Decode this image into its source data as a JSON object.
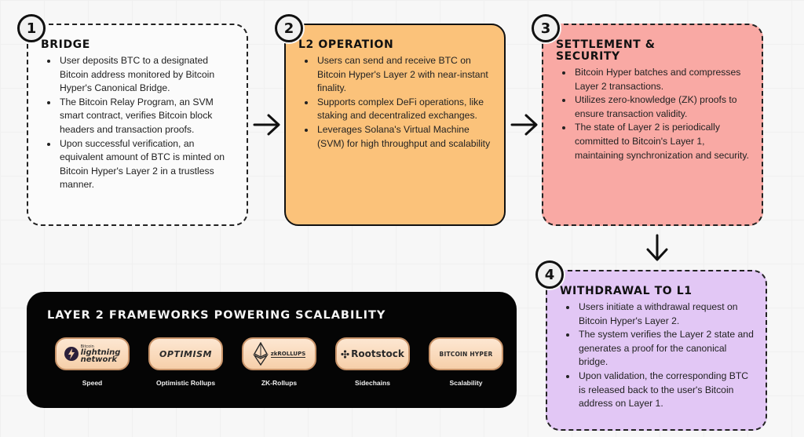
{
  "steps": [
    {
      "number": "1",
      "title": "BRIDGE",
      "bullets": [
        "User deposits BTC to a designated Bitcoin address monitored by Bitcoin Hyper's Canonical Bridge.",
        "The Bitcoin Relay Program, an SVM smart contract, verifies Bitcoin block headers and transaction proofs.",
        "Upon successful verification, an equivalent amount of BTC is minted on Bitcoin Hyper's Layer 2 in a trustless manner."
      ],
      "color": "#fbfbfb"
    },
    {
      "number": "2",
      "title": "L2 OPERATION",
      "bullets": [
        "Users can send and receive BTC on Bitcoin Hyper's Layer 2 with near-instant finality.",
        "Supports complex DeFi operations, like staking and decentralized exchanges.",
        "Leverages Solana's Virtual Machine (SVM) for high throughput and scalability"
      ],
      "color": "#fbc27a"
    },
    {
      "number": "3",
      "title": "SETTLEMENT & SECURITY",
      "bullets": [
        "Bitcoin Hyper batches and compresses Layer 2 transactions.",
        "Utilizes zero-knowledge (ZK) proofs to ensure transaction validity.",
        "The state of Layer 2 is periodically committed to Bitcoin's Layer 1, maintaining synchronization and security."
      ],
      "color": "#f9a9a4"
    },
    {
      "number": "4",
      "title": "WITHDRAWAL TO L1",
      "bullets": [
        "Users initiate a withdrawal request on Bitcoin Hyper's Layer 2.",
        "The system verifies the Layer 2 state and generates a proof for the canonical bridge.",
        "Upon validation, the corresponding BTC is released back to the user's Bitcoin address on Layer 1."
      ],
      "color": "#e2c7f5"
    }
  ],
  "frameworks": {
    "title": "LAYER 2 FRAMEWORKS POWERING SCALABILITY",
    "items": [
      {
        "logo_small": "Bitcoin",
        "logo": "lightning network",
        "logo_line1": "lightning",
        "logo_line2": "network",
        "caption": "Speed",
        "icon": "lightning-icon"
      },
      {
        "logo": "OPTIMISM",
        "caption": "Optimistic Rollups",
        "icon": "optimism-logo"
      },
      {
        "logo": "zkROLLUPS",
        "caption": "ZK-Rollups",
        "icon": "ethereum-diamond-icon"
      },
      {
        "logo": "Rootstock",
        "caption": "Sidechains",
        "icon": "rootstock-logo"
      },
      {
        "logo": "BITCOIN HYPER",
        "caption": "Scalability",
        "icon": "bitcoin-hyper-logo"
      }
    ]
  }
}
